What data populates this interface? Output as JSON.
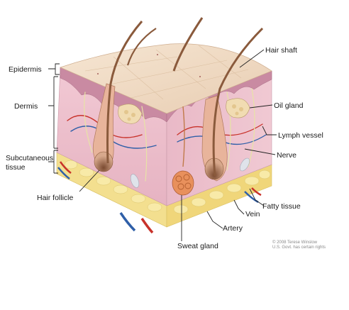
{
  "labels": {
    "epidermis": "Epidermis",
    "dermis": "Dermis",
    "subcutaneous_1": "Subcutaneous",
    "subcutaneous_2": "tissue",
    "hair_follicle": "Hair follicle",
    "hair_shaft": "Hair shaft",
    "oil_gland": "Oil gland",
    "lymph_vessel": "Lymph vessel",
    "nerve": "Nerve",
    "fatty_tissue": "Fatty tissue",
    "vein": "Vein",
    "artery": "Artery",
    "sweat_gland": "Sweat gland"
  },
  "credit": {
    "line1": "© 2008 Terese Winslow",
    "line2": "U.S. Govt. has certain rights"
  },
  "colors": {
    "skin_surface": "#f1dcc6",
    "dermis": "#edc2cf",
    "epidermis_band": "#c98aa2",
    "fat": "#f3df8f",
    "artery": "#c8322a",
    "vein": "#2f5fa8",
    "hair": "#8a5a3c"
  }
}
